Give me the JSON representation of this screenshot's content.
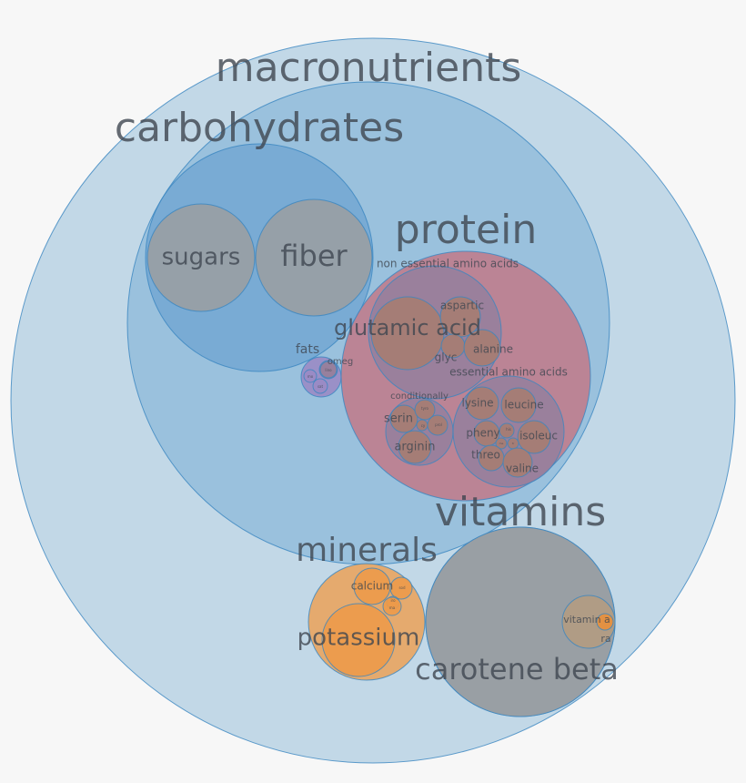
{
  "chart_data": {
    "type": "circle-packing",
    "root": {
      "label": "",
      "children": [
        {
          "id": "macronutrients",
          "label": "macronutrients",
          "children": [
            {
              "id": "carbohydrates",
              "label": "carbohydrates",
              "children": [
                {
                  "id": "sugars",
                  "label": "sugars"
                },
                {
                  "id": "fiber",
                  "label": "fiber"
                }
              ]
            },
            {
              "id": "fats",
              "label": "fats",
              "children": [
                {
                  "id": "omega",
                  "label": "omeg"
                },
                {
                  "id": "lino",
                  "label": "lino"
                },
                {
                  "id": "mono",
                  "label": "mo"
                },
                {
                  "id": "sat",
                  "label": "sat"
                }
              ]
            },
            {
              "id": "protein",
              "label": "protein",
              "children": [
                {
                  "id": "nonessential",
                  "label": "non essential amino acids",
                  "children": [
                    {
                      "id": "glutamic",
                      "label": "glutamic acid"
                    },
                    {
                      "id": "aspartic",
                      "label": "aspartic"
                    },
                    {
                      "id": "glyc",
                      "label": "glyc"
                    },
                    {
                      "id": "alanine",
                      "label": "alanine"
                    }
                  ]
                },
                {
                  "id": "conditionally",
                  "label": "conditionally",
                  "children": [
                    {
                      "id": "serin",
                      "label": "serin"
                    },
                    {
                      "id": "tyro",
                      "label": "tyro"
                    },
                    {
                      "id": "cy",
                      "label": "cy"
                    },
                    {
                      "id": "prol",
                      "label": "prol"
                    },
                    {
                      "id": "arginin",
                      "label": "arginin"
                    }
                  ]
                },
                {
                  "id": "essential",
                  "label": "essential amino acids",
                  "children": [
                    {
                      "id": "lysine",
                      "label": "lysine"
                    },
                    {
                      "id": "leucine",
                      "label": "leucine"
                    },
                    {
                      "id": "pheny",
                      "label": "pheny"
                    },
                    {
                      "id": "his",
                      "label": "his"
                    },
                    {
                      "id": "isoleuc",
                      "label": "isoleuc"
                    },
                    {
                      "id": "me",
                      "label": "me"
                    },
                    {
                      "id": "tr",
                      "label": "tr"
                    },
                    {
                      "id": "threo",
                      "label": "threo"
                    },
                    {
                      "id": "valine",
                      "label": "valine"
                    }
                  ]
                }
              ]
            }
          ]
        },
        {
          "id": "minerals",
          "label": "minerals",
          "children": [
            {
              "id": "potassium",
              "label": "potassium"
            },
            {
              "id": "calcium",
              "label": "calcium"
            },
            {
              "id": "sodium",
              "label": "sod"
            },
            {
              "id": "iron",
              "label": "iro"
            },
            {
              "id": "magnesium",
              "label": "ma"
            }
          ]
        },
        {
          "id": "vitamins",
          "label": "vitamins",
          "children": [
            {
              "id": "carotene",
              "label": "carotene beta"
            },
            {
              "id": "vitamina",
              "label": "vitamin a",
              "children": [
                {
                  "id": "retinol",
                  "label": "ra"
                }
              ]
            }
          ]
        }
      ]
    },
    "colors": {
      "root": "#bfd6e6",
      "macronutrients": "#96bfdc",
      "carbohydrates": "#76a9d3",
      "gray": "#999fa3",
      "protein": "#bf7d8d",
      "aminogroup": "#977f9c",
      "aminoleaf": "#a67c72",
      "fats": "#9a8bc4",
      "minerals": "#e9a561",
      "potassium": "#ec9a4a",
      "vitamina": "#b39b82",
      "orange": "#e8903c",
      "stroke": "#3a86c0"
    }
  }
}
